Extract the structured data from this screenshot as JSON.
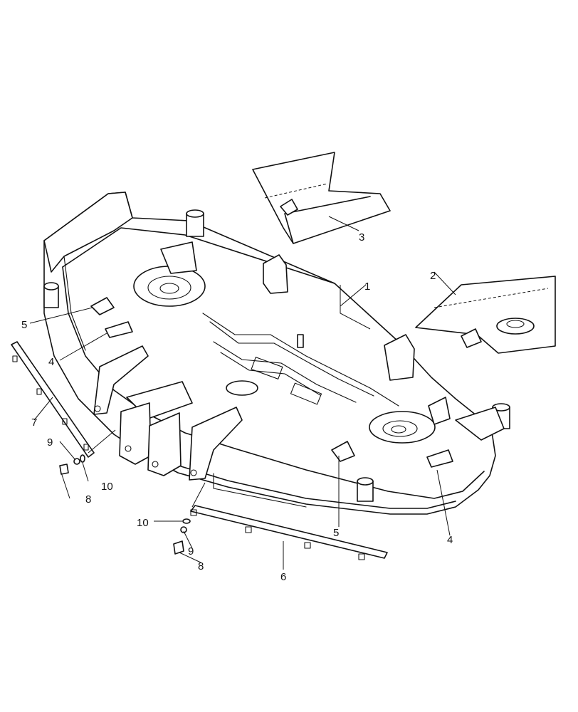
{
  "callouts": [
    {
      "id": "c1",
      "text": "1"
    },
    {
      "id": "c2",
      "text": "2"
    },
    {
      "id": "c3",
      "text": "3"
    },
    {
      "id": "c4a",
      "text": "4"
    },
    {
      "id": "c4b",
      "text": "4"
    },
    {
      "id": "c5a",
      "text": "5"
    },
    {
      "id": "c5b",
      "text": "5"
    },
    {
      "id": "c6",
      "text": "6"
    },
    {
      "id": "c7",
      "text": "7"
    },
    {
      "id": "c8a",
      "text": "8"
    },
    {
      "id": "c8b",
      "text": "8"
    },
    {
      "id": "c9a",
      "text": "9"
    },
    {
      "id": "c9b",
      "text": "9"
    },
    {
      "id": "c10a",
      "text": "10"
    },
    {
      "id": "c10b",
      "text": "10"
    }
  ]
}
